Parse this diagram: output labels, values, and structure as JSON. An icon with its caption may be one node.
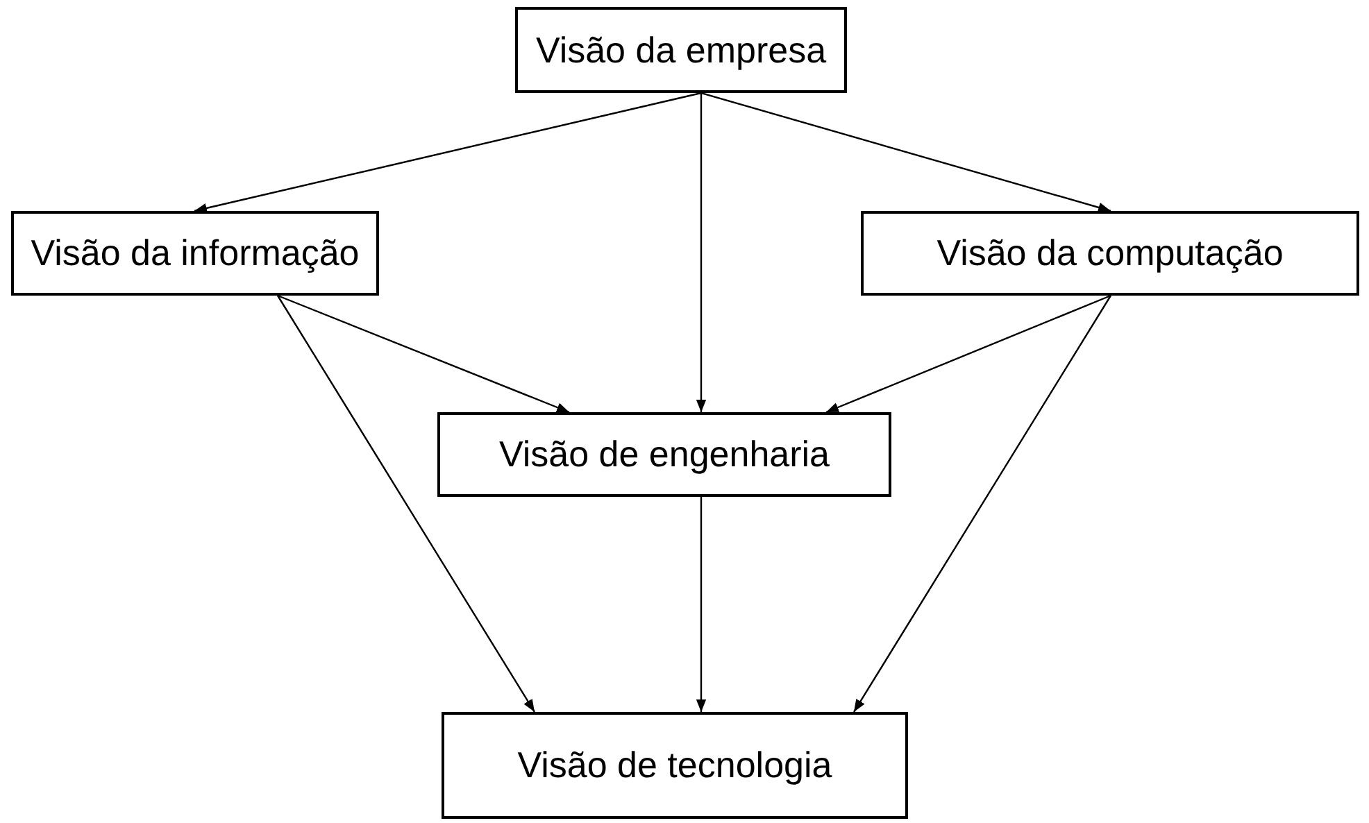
{
  "diagram": {
    "nodes": [
      {
        "text": [
          "Visão da empresa"
        ]
      },
      {
        "text": [
          "Visão da informação"
        ]
      },
      {
        "text": [
          "Visão da computação"
        ]
      },
      {
        "text": [
          "Visão de engenharia"
        ]
      },
      {
        "text": [
          "Visão de tecnologia"
        ]
      }
    ],
    "edges": [
      {
        "from": 0,
        "to": 1,
        "arrow": "to"
      },
      {
        "from": 0,
        "to": 3,
        "arrow": "to"
      },
      {
        "from": 0,
        "to": 2,
        "arrow": "to"
      },
      {
        "from": 1,
        "to": 3,
        "arrow": "to"
      },
      {
        "from": 2,
        "to": 3,
        "arrow": "to"
      },
      {
        "from": 1,
        "to": 4,
        "arrow": "to"
      },
      {
        "from": 3,
        "to": 4,
        "arrow": "to"
      },
      {
        "from": 2,
        "to": 4,
        "arrow": "to"
      }
    ]
  }
}
